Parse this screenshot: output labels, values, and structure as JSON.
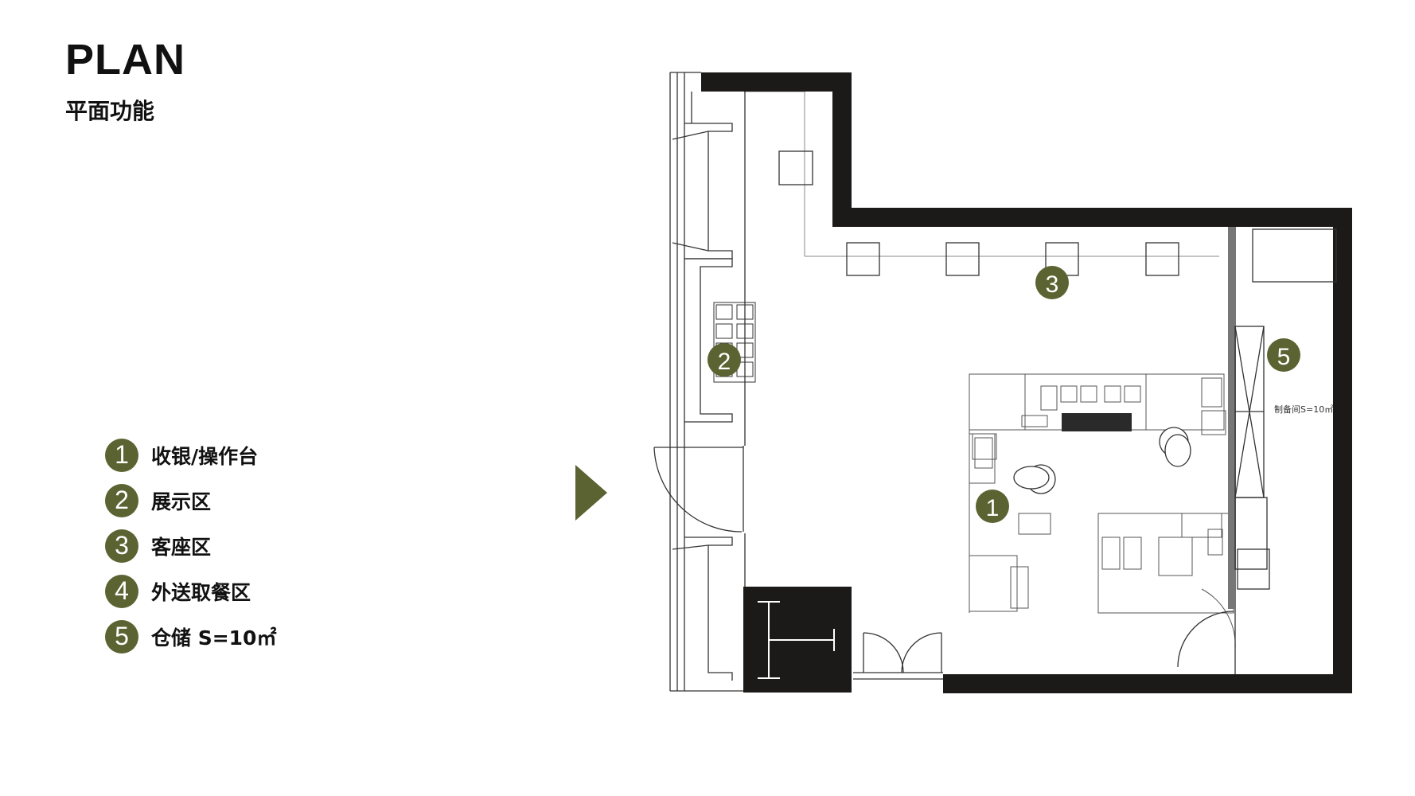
{
  "header": {
    "title": "PLAN",
    "subtitle": "平面功能"
  },
  "legend": [
    {
      "num": "1",
      "label": "收银/操作台"
    },
    {
      "num": "2",
      "label": "展示区"
    },
    {
      "num": "3",
      "label": "客座区"
    },
    {
      "num": "4",
      "label": "外送取餐区"
    },
    {
      "num": "5",
      "label": "仓储 S=10㎡"
    }
  ],
  "plan_labels": {
    "storage_room": "制备间S=10㎡"
  },
  "colors": {
    "accent": "#5a6331",
    "wall": "#1c1a18"
  }
}
